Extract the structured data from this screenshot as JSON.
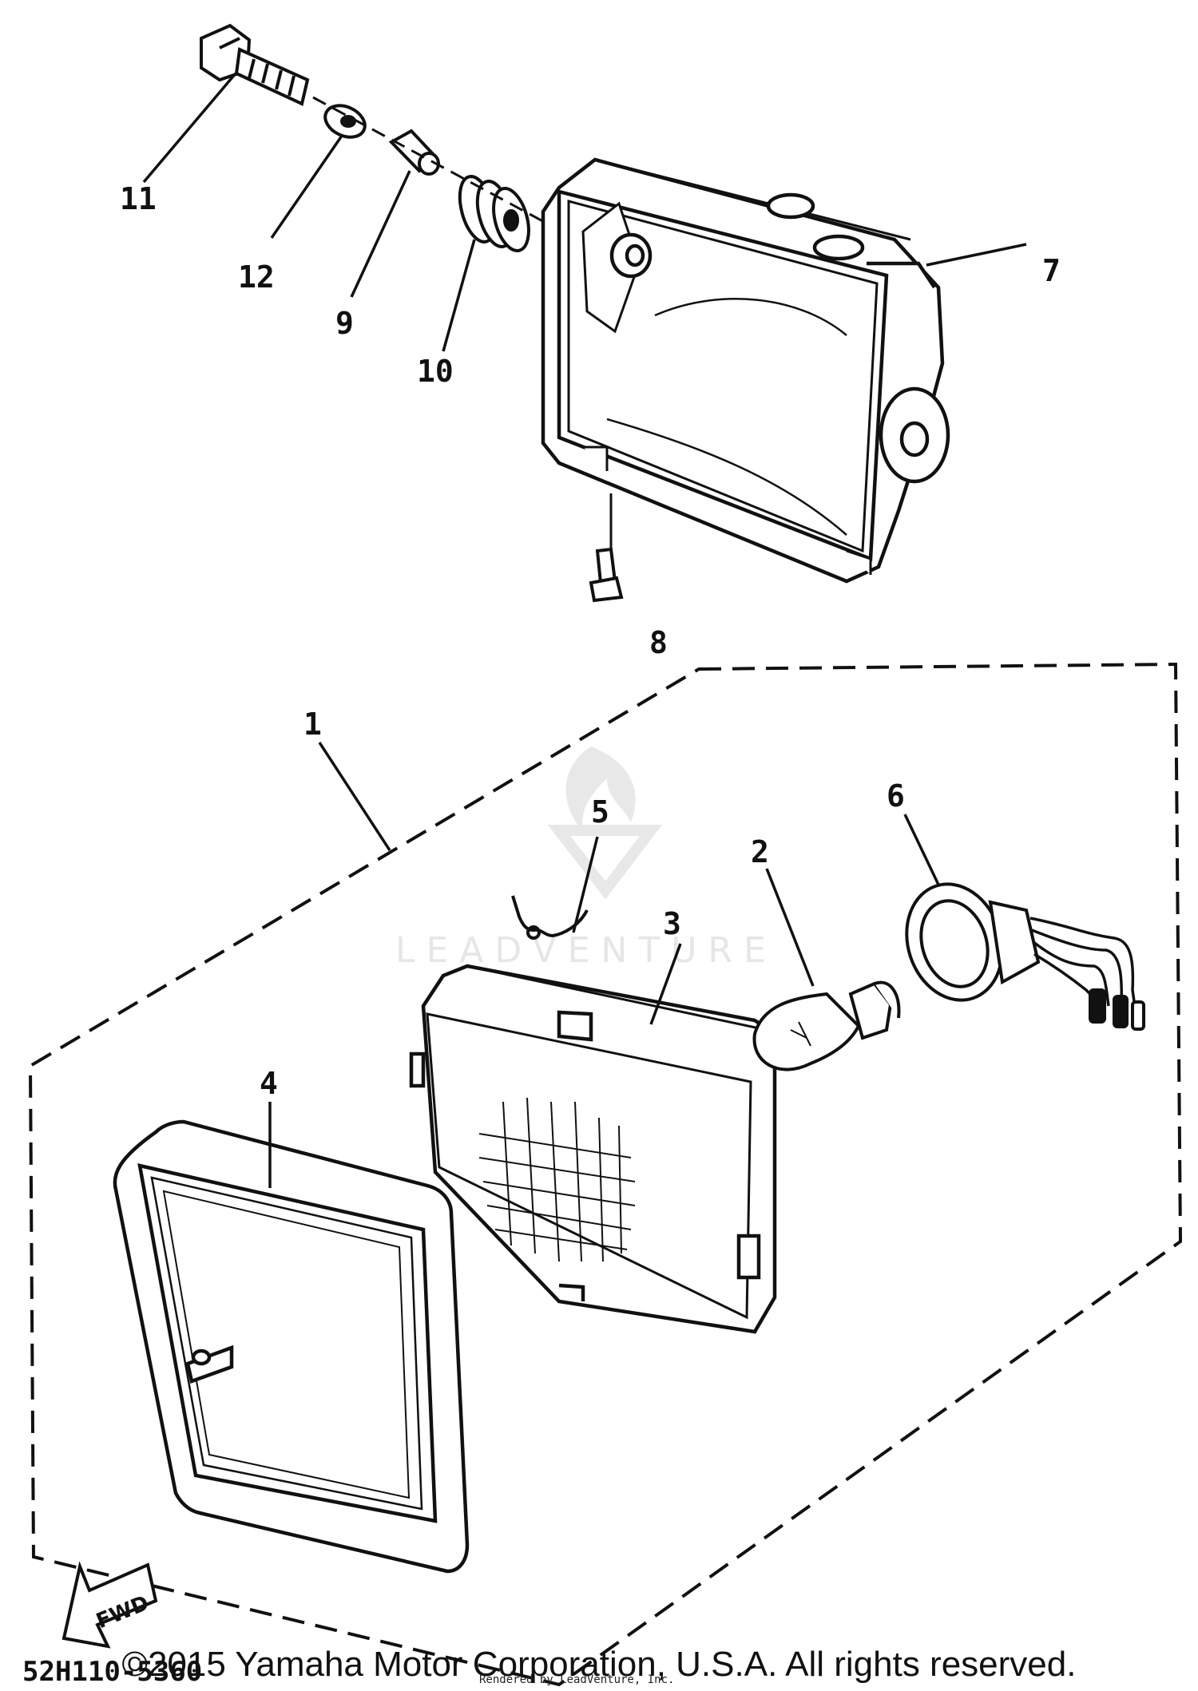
{
  "callouts": {
    "c1": "1",
    "c2": "2",
    "c3": "3",
    "c4": "4",
    "c5": "5",
    "c6": "6",
    "c7": "7",
    "c8": "8",
    "c9": "9",
    "c10": "10",
    "c11": "11",
    "c12": "12"
  },
  "diagram_code": "52H110-5360",
  "fwd_label": "FWD",
  "watermark": "LEADVENTURE",
  "copyright": "©2015 Yamaha Motor Corporation, U.S.A. All rights reserved.",
  "rendered_by": "Rendered by LeadVenture, Inc."
}
